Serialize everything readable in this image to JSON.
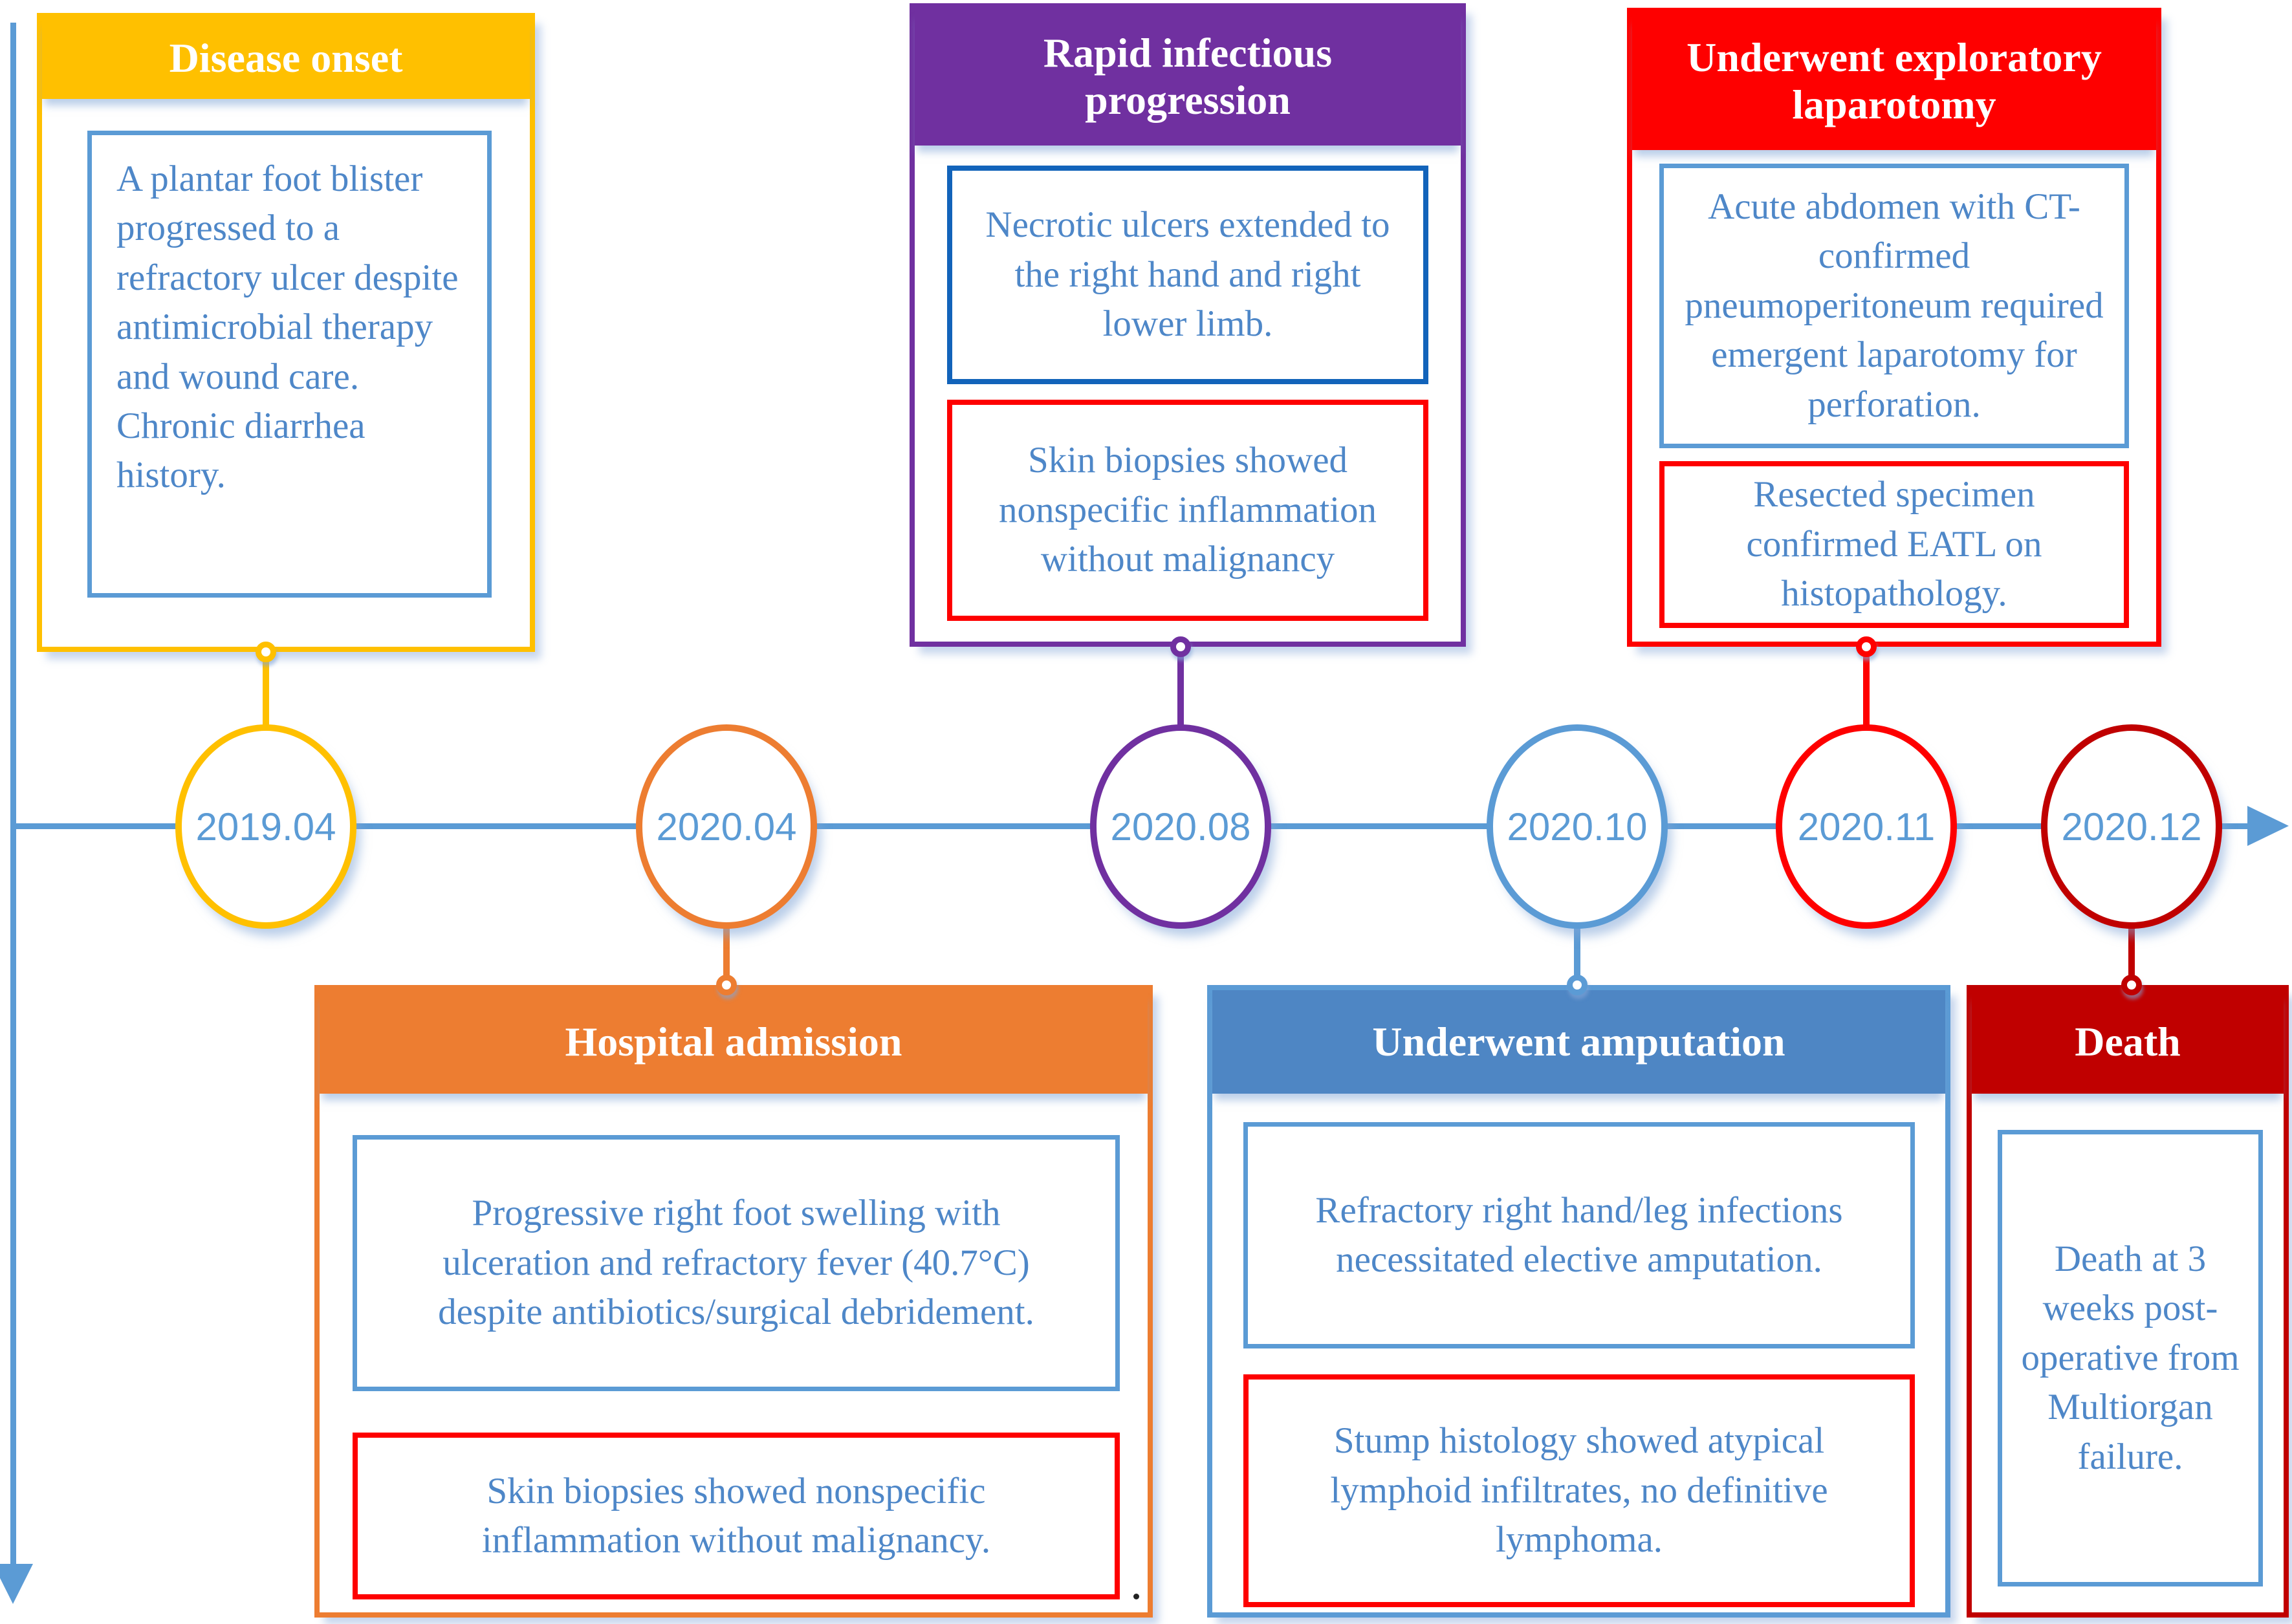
{
  "diagram": {
    "type": "timeline",
    "orientation": "horizontal",
    "axis_color": "#5B9BD5",
    "date_text_color": "#5B9BD5",
    "body_text_color": "#4E87C8",
    "note_border_colors": {
      "light_blue": "#5B9BD5",
      "dark_blue": "#1263BA",
      "red": "#FE0000"
    }
  },
  "events": [
    {
      "id": "disease-onset",
      "date": "2019.04",
      "title": "Disease onset",
      "accent_color": "#FFC000",
      "placement": "above",
      "notes": [
        {
          "border": "#5B9BD5",
          "lines": [
            "A plantar foot blister progressed to a refractory ulcer despite antimicrobial therapy and wound care.",
            "Chronic diarrhea history."
          ]
        }
      ]
    },
    {
      "id": "hospital-admission",
      "date": "2020.04",
      "title": "Hospital admission",
      "accent_color": "#ED7D31",
      "placement": "below",
      "notes": [
        {
          "border": "#5B9BD5",
          "text": "Progressive right foot swelling with ulceration and refractory fever (40.7°C) despite antibiotics/surgical debridement."
        },
        {
          "border": "#FE0000",
          "text": "Skin biopsies showed nonspecific inflammation without malignancy."
        }
      ]
    },
    {
      "id": "rapid-infectious-progression",
      "date": "2020.08",
      "title": "Rapid infectious progression",
      "accent_color": "#7030A0",
      "placement": "above",
      "notes": [
        {
          "border": "#1263BA",
          "text": "Necrotic ulcers extended to the right hand and right lower limb."
        },
        {
          "border": "#FE0000",
          "text": "Skin biopsies showed nonspecific inflammation without malignancy"
        }
      ]
    },
    {
      "id": "underwent-amputation",
      "date": "2020.10",
      "title": "Underwent amputation",
      "accent_color": "#5B9BD5",
      "placement": "below",
      "notes": [
        {
          "border": "#5B9BD5",
          "text": "Refractory right hand/leg infections necessitated elective amputation."
        },
        {
          "border": "#FE0000",
          "text": "Stump histology showed atypical lymphoid infiltrates, no definitive lymphoma."
        }
      ]
    },
    {
      "id": "exploratory-laparotomy",
      "date": "2020.11",
      "title": "Underwent exploratory laparotomy",
      "accent_color": "#FE0000",
      "placement": "above",
      "notes": [
        {
          "border": "#5B9BD5",
          "text": "Acute abdomen with CT-confirmed pneumoperitoneum required emergent laparotomy for perforation."
        },
        {
          "border": "#FE0000",
          "text": "Resected specimen confirmed EATL on histopathology."
        }
      ]
    },
    {
      "id": "death",
      "date": "2020.12",
      "title": "Death",
      "accent_color": "#C00000",
      "placement": "below",
      "notes": [
        {
          "border": "#5B9BD5",
          "text": "Death at 3 weeks post-operative from Multiorgan failure."
        }
      ]
    }
  ]
}
